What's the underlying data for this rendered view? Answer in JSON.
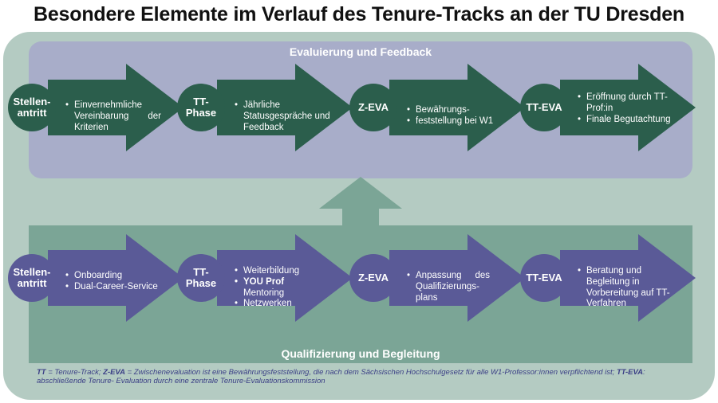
{
  "title": "Besondere Elemente im Verlauf des Tenure-Tracks an der TU Dresden",
  "top": {
    "label": "Evaluierung und Feedback",
    "stages": [
      {
        "name": "Stellen-\nantritt",
        "bullets": [
          "Einvernehmliche Vereinbarung der Kriterien"
        ]
      },
      {
        "name": "TT-\nPhase",
        "bullets": [
          "Jährliche Statusgespräche und Feedback"
        ]
      },
      {
        "name": "Z-EVA",
        "bullets": [
          "Bewährungs-",
          "feststellung bei W1"
        ]
      },
      {
        "name": "TT-EVA",
        "bullets": [
          "Eröffnung durch TT-Prof:in",
          "Finale Begutachtung"
        ]
      }
    ]
  },
  "bottom": {
    "label": "Qualifizierung und Begleitung",
    "stages": [
      {
        "name": "Stellen-\nantritt",
        "bullets": [
          "Onboarding",
          "Dual-Career-Service"
        ]
      },
      {
        "name": "TT-\nPhase",
        "bullets": [
          "Weiterbildung",
          "YOU Prof",
          "Mentoring",
          "Netzwerken"
        ]
      },
      {
        "name": "Z-EVA",
        "bullets": [
          "Anpassung des Qualifizierungs-plans"
        ]
      },
      {
        "name": "TT-EVA",
        "bullets": [
          "Beratung und Begleitung in Vorbereitung auf TT-Verfahren"
        ]
      }
    ]
  },
  "footnote": {
    "tt_abbr": "TT",
    "tt_text": " = Tenure-Track; ",
    "zeva_abbr": "Z-EVA",
    "zeva_text": " = Zwischenevaluation ist eine Bewährungsfeststellung, die nach dem Sächsischen Hochschulgesetz für alle W1-Professor:innen verpflichtend ist; ",
    "tteva_abbr": "TT-EVA",
    "tteva_text": ": abschließende Tenure- Evaluation durch eine zentrale Tenure-Evaluationskommission"
  },
  "colors": {
    "outer": "#b4cbc2",
    "top_panel": "#a8adc9",
    "bottom_panel": "#7ba596",
    "green_stage": "#2b5e4c",
    "purple_stage": "#5a5a97",
    "up_arrow": "#7ba596",
    "footnote": "#3b3f86"
  }
}
